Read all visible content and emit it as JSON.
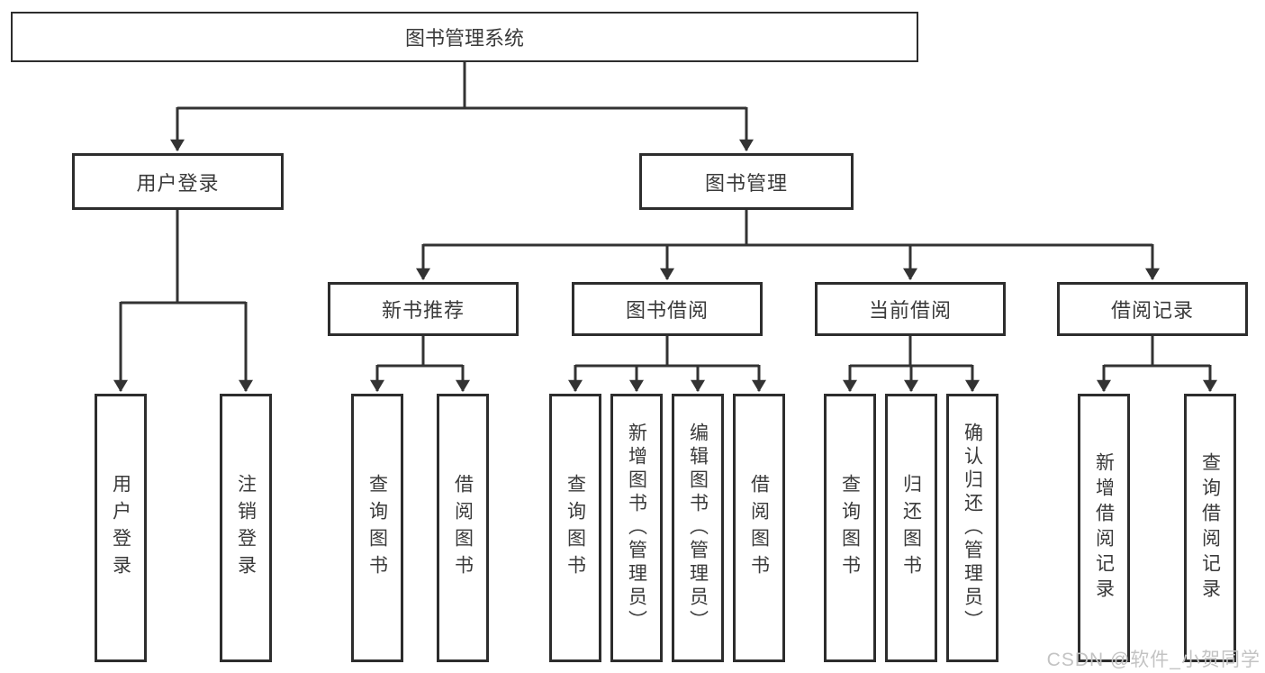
{
  "diagram": {
    "title": "图书管理系统",
    "root": {
      "label": "图书管理系统"
    },
    "level2": [
      {
        "label": "用户登录"
      },
      {
        "label": "图书管理"
      }
    ],
    "level3": [
      {
        "label": "新书推荐"
      },
      {
        "label": "图书借阅"
      },
      {
        "label": "当前借阅"
      },
      {
        "label": "借阅记录"
      }
    ],
    "leaves": {
      "user_login": [
        {
          "label": "用户登录"
        },
        {
          "label": "注销登录"
        }
      ],
      "new_book": [
        {
          "label": "查询图书"
        },
        {
          "label": "借阅图书"
        }
      ],
      "book_borrow": [
        {
          "label": "查询图书"
        },
        {
          "label": "新增图书（管理员）"
        },
        {
          "label": "编辑图书（管理员）"
        },
        {
          "label": "借阅图书"
        }
      ],
      "current_borrow": [
        {
          "label": "查询图书"
        },
        {
          "label": "归还图书"
        },
        {
          "label": "确认归还（管理员）"
        }
      ],
      "borrow_record": [
        {
          "label": "新增借阅记录"
        },
        {
          "label": "查询借阅记录"
        }
      ]
    },
    "colors": {
      "line": "#333333",
      "border": "#2d2d2d",
      "text": "#3a3a3a",
      "watermark": "#c3c3c3",
      "background": "#ffffff"
    },
    "watermark": "CSDN @软件_小贺同学"
  }
}
